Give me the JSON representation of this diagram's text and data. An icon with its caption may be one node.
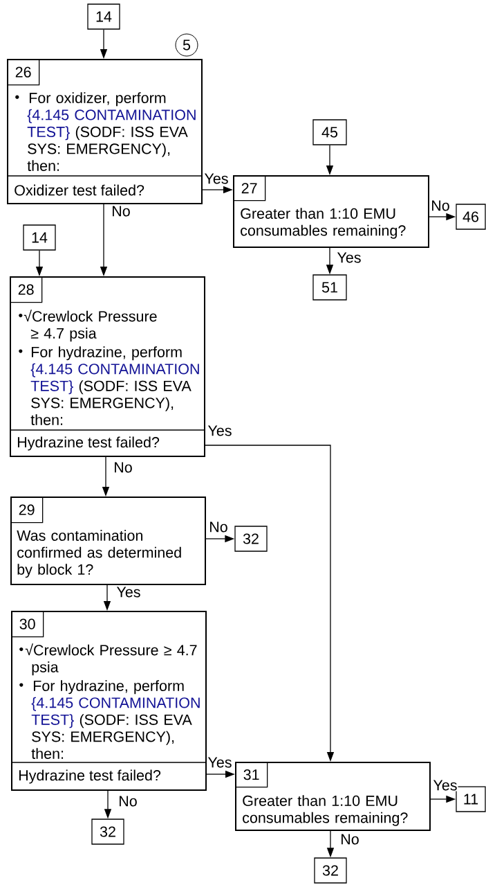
{
  "diagram": {
    "nodes": [
      {
        "text": [
          "14"
        ]
      },
      {
        "text": [
          "26",
          "For oxidizer, perform",
          "{4.145 CONTAMINATION TEST}",
          "(SODF: ISS EVA SYS: EMERGENCY), then:",
          "Oxidizer test failed?"
        ],
        "beside": [
          "5"
        ]
      },
      {
        "text": [
          "45"
        ]
      },
      {
        "text": [
          "27",
          "Greater than 1:10 EMU consumables remaining?"
        ]
      },
      {
        "text": [
          "46"
        ]
      },
      {
        "text": [
          "51"
        ]
      },
      {
        "text": [
          "14"
        ]
      },
      {
        "text": [
          "28",
          "√Crewlock Pressure ≥ 4.7 psia",
          "For hydrazine, perform",
          "{4.145 CONTAMINATION TEST}",
          "(SODF: ISS EVA SYS: EMERGENCY), then:",
          "Hydrazine test failed?"
        ]
      },
      {
        "text": [
          "29",
          "Was contamination confirmed as determined by block 1?"
        ]
      },
      {
        "text": [
          "32"
        ]
      },
      {
        "text": [
          "30",
          "√Crewlock Pressure ≥ 4.7 psia",
          "For hydrazine, perform",
          "{4.145 CONTAMINATION TEST}",
          "(SODF: ISS EVA SYS: EMERGENCY), then:",
          "Hydrazine test failed?"
        ]
      },
      {
        "text": [
          "32"
        ]
      },
      {
        "text": [
          "31",
          "Greater than 1:10 EMU consumables remaining?"
        ]
      },
      {
        "text": [
          "11"
        ]
      },
      {
        "text": [
          "32"
        ]
      }
    ],
    "edges": [
      {
        "from": 0,
        "to": 1,
        "arrow": "to"
      },
      {
        "from": 1,
        "to": 3,
        "arrow": "to",
        "label": "Yes"
      },
      {
        "from": 1,
        "to": 7,
        "arrow": "to",
        "label": "No"
      },
      {
        "from": 2,
        "to": 3,
        "arrow": "to"
      },
      {
        "from": 3,
        "to": 4,
        "arrow": "to",
        "label": "No"
      },
      {
        "from": 3,
        "to": 5,
        "arrow": "to",
        "label": "Yes"
      },
      {
        "from": 6,
        "to": 7,
        "arrow": "to"
      },
      {
        "from": 7,
        "to": 12,
        "arrow": "to",
        "label": "Yes"
      },
      {
        "from": 7,
        "to": 8,
        "arrow": "to",
        "label": "No"
      },
      {
        "from": 8,
        "to": 9,
        "arrow": "to",
        "label": "No"
      },
      {
        "from": 8,
        "to": 10,
        "arrow": "to",
        "label": "Yes"
      },
      {
        "from": 10,
        "to": 12,
        "arrow": "to",
        "label": "Yes"
      },
      {
        "from": 10,
        "to": 11,
        "arrow": "to",
        "label": "No"
      },
      {
        "from": 12,
        "to": 13,
        "arrow": "to",
        "label": "Yes"
      },
      {
        "from": 12,
        "to": 14,
        "arrow": "to",
        "label": "No"
      }
    ]
  }
}
